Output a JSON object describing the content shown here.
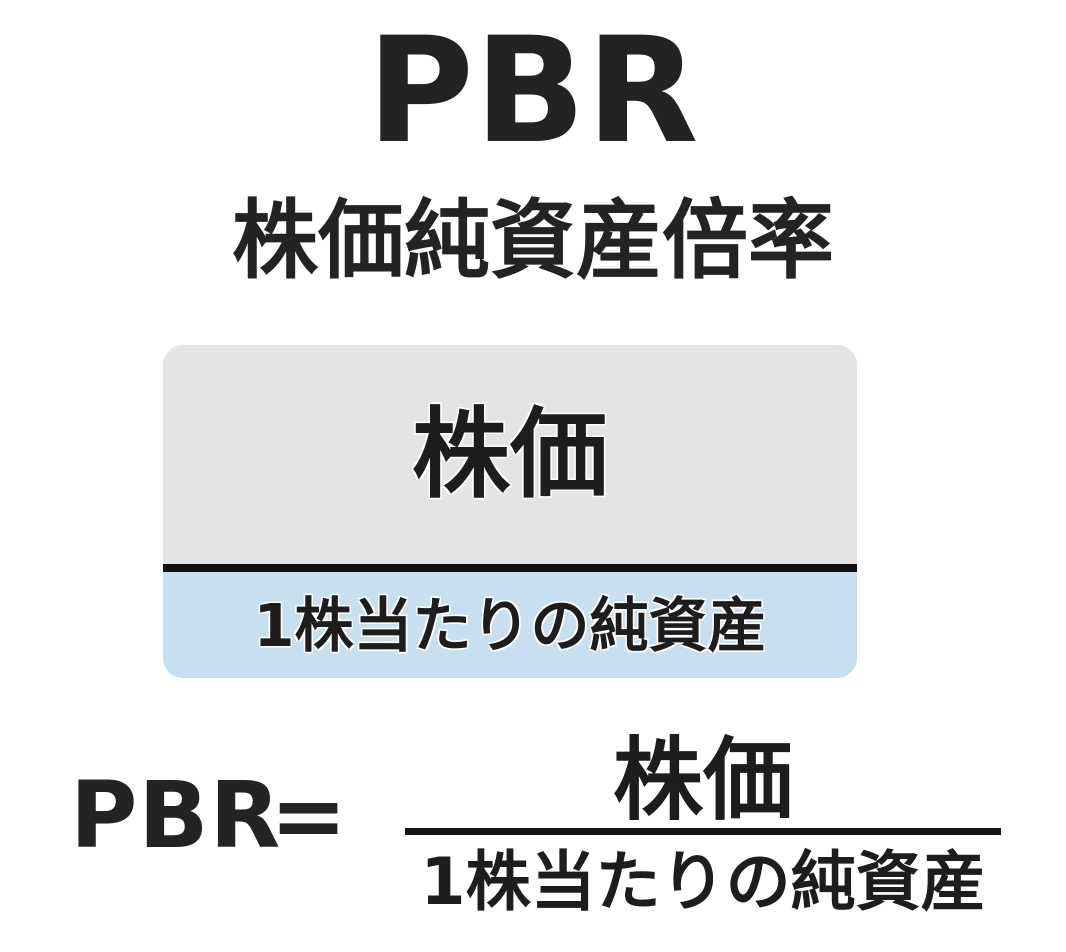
{
  "page": {
    "background_color": "#ffffff",
    "text_color": "#232323"
  },
  "header": {
    "title": "PBR",
    "subtitle": "株価純資産倍率"
  },
  "fraction_card": {
    "numerator_label": "株価",
    "denominator_label": "1株当たりの純資産",
    "numerator_bg": "#e4e4e2",
    "denominator_bg": "#c7dfef",
    "divider_color": "#111111"
  },
  "equation": {
    "left_term": "PBR",
    "equals_sign": "=",
    "numerator": "株価",
    "denominator": "1株当たりの純資産",
    "bar_color": "#151515"
  }
}
